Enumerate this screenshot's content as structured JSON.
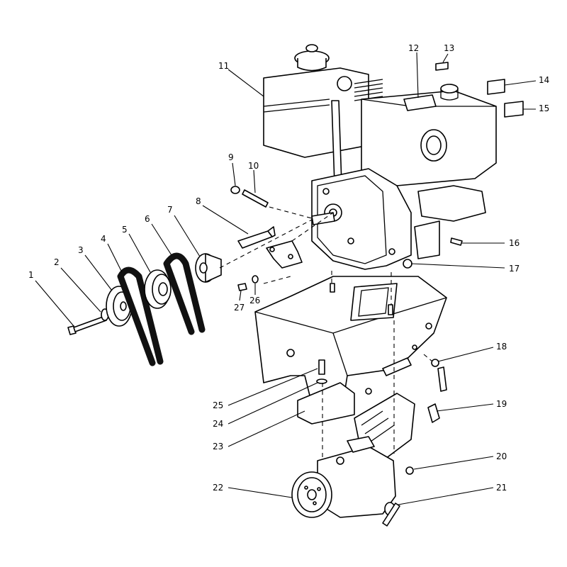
{
  "callouts": [
    {
      "id": "1",
      "label": "1"
    },
    {
      "id": "2",
      "label": "2"
    },
    {
      "id": "3",
      "label": "3"
    },
    {
      "id": "4",
      "label": "4"
    },
    {
      "id": "5",
      "label": "5"
    },
    {
      "id": "6",
      "label": "6"
    },
    {
      "id": "7",
      "label": "7"
    },
    {
      "id": "8",
      "label": "8"
    },
    {
      "id": "9",
      "label": "9"
    },
    {
      "id": "10",
      "label": "10"
    },
    {
      "id": "11",
      "label": "11"
    },
    {
      "id": "12",
      "label": "12"
    },
    {
      "id": "13",
      "label": "13"
    },
    {
      "id": "14",
      "label": "14"
    },
    {
      "id": "15",
      "label": "15"
    },
    {
      "id": "16",
      "label": "16"
    },
    {
      "id": "17",
      "label": "17"
    },
    {
      "id": "18",
      "label": "18"
    },
    {
      "id": "19",
      "label": "19"
    },
    {
      "id": "20",
      "label": "20"
    },
    {
      "id": "21",
      "label": "21"
    },
    {
      "id": "22",
      "label": "22"
    },
    {
      "id": "23",
      "label": "23"
    },
    {
      "id": "24",
      "label": "24"
    },
    {
      "id": "25",
      "label": "25"
    },
    {
      "id": "26",
      "label": "26"
    },
    {
      "id": "27",
      "label": "27"
    }
  ]
}
